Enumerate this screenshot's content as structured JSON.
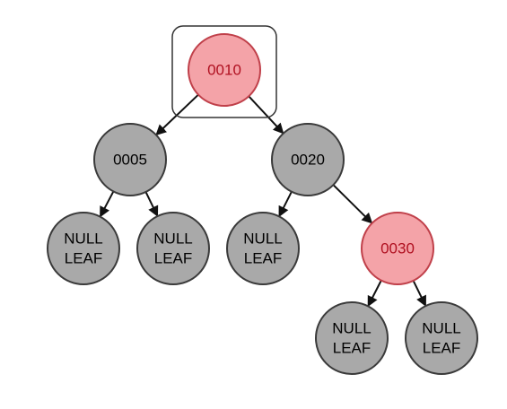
{
  "colors": {
    "red_fill": "#f4a3a8",
    "red_stroke": "#c0404a",
    "red_text": "#b01020",
    "black_fill": "#a9a9a9",
    "black_stroke": "#3a3a3a",
    "black_text": "#000000",
    "selection_stroke": "#333333",
    "edge": "#111111"
  },
  "tree": {
    "selected": "n0010",
    "nodes": [
      {
        "id": "n0010",
        "lines": [
          "0010"
        ],
        "color": "red"
      },
      {
        "id": "n0005",
        "lines": [
          "0005"
        ],
        "color": "black"
      },
      {
        "id": "n0020",
        "lines": [
          "0020"
        ],
        "color": "black"
      },
      {
        "id": "nullA",
        "lines": [
          "NULL",
          "LEAF"
        ],
        "color": "black"
      },
      {
        "id": "nullB",
        "lines": [
          "NULL",
          "LEAF"
        ],
        "color": "black"
      },
      {
        "id": "nullC",
        "lines": [
          "NULL",
          "LEAF"
        ],
        "color": "black"
      },
      {
        "id": "n0030",
        "lines": [
          "0030"
        ],
        "color": "red"
      },
      {
        "id": "nullD",
        "lines": [
          "NULL",
          "LEAF"
        ],
        "color": "black"
      },
      {
        "id": "nullE",
        "lines": [
          "NULL",
          "LEAF"
        ],
        "color": "black"
      }
    ],
    "edges": [
      {
        "from": "n0010",
        "to": "n0005"
      },
      {
        "from": "n0010",
        "to": "n0020"
      },
      {
        "from": "n0005",
        "to": "nullA"
      },
      {
        "from": "n0005",
        "to": "nullB"
      },
      {
        "from": "n0020",
        "to": "nullC"
      },
      {
        "from": "n0020",
        "to": "n0030"
      },
      {
        "from": "n0030",
        "to": "nullD"
      },
      {
        "from": "n0030",
        "to": "nullE"
      }
    ]
  }
}
